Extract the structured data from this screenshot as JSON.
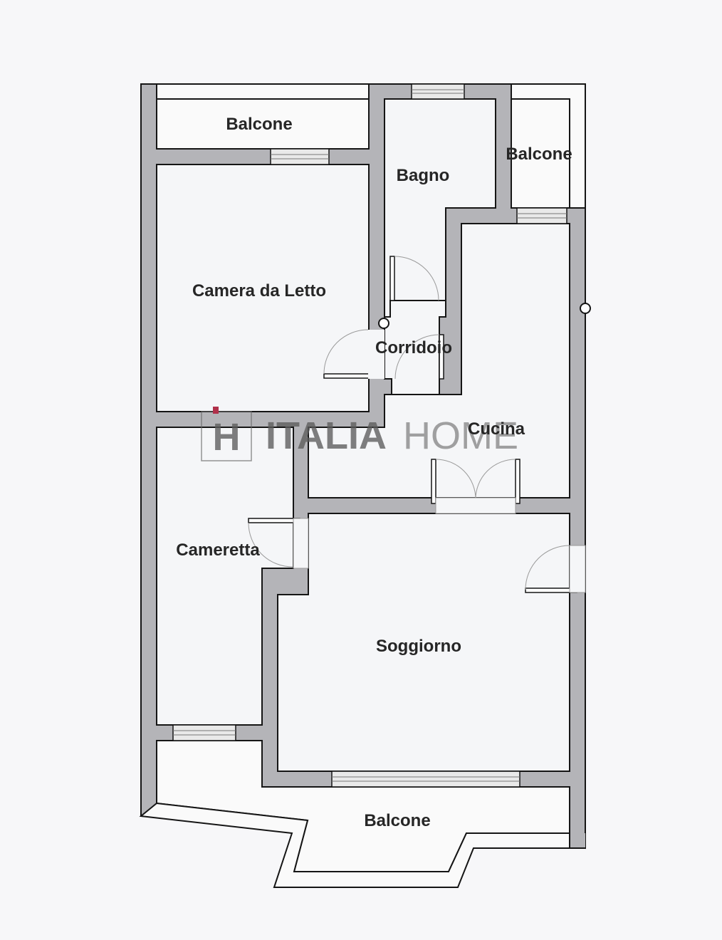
{
  "rooms": {
    "balcone_top_left": "Balcone",
    "bagno": "Bagno",
    "balcone_top_right": "Balcone",
    "camera_da_letto": "Camera da Letto",
    "corridoio": "Corridoio",
    "cucina": "Cucina",
    "cameretta": "Cameretta",
    "soggiorno": "Soggiorno",
    "balcone_bottom": "Balcone"
  },
  "watermark": {
    "mark": "H",
    "brand_bold": "ITALIA",
    "brand_light": "HOME",
    "accent_color": "#b0304a"
  },
  "colors": {
    "background": "#f7f7f9",
    "wall": "#b4b4b8",
    "wall_outline": "#151515",
    "floor": "#f5f6f8",
    "balcony": "#fafafa",
    "window": "#e6e6e6"
  }
}
